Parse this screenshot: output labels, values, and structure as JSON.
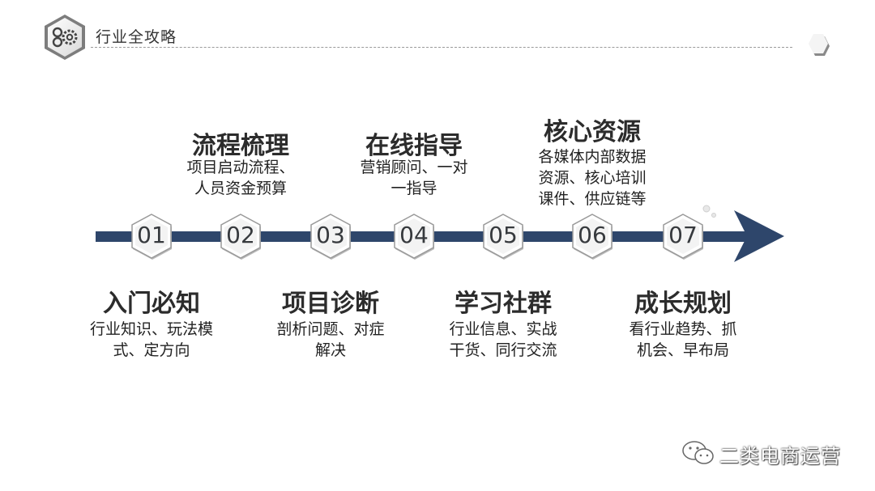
{
  "header": {
    "title": "行业全攻略",
    "logo_icon": "gears-icon"
  },
  "timeline": {
    "arrow_color": "#2e466b",
    "steps": [
      {
        "number": "01",
        "title": "入门必知",
        "desc": "行业知识、玩法模\n式、定方向",
        "position": "below"
      },
      {
        "number": "02",
        "title": "流程梳理",
        "desc": "项目启动流程、\n人员资金预算",
        "position": "above"
      },
      {
        "number": "03",
        "title": "项目诊断",
        "desc": "剖析问题、对症\n解决",
        "position": "below"
      },
      {
        "number": "04",
        "title": "在线指导",
        "desc": "营销顾问、一对\n一指导",
        "position": "above"
      },
      {
        "number": "05",
        "title": "学习社群",
        "desc": "行业信息、实战\n干货、同行交流",
        "position": "below"
      },
      {
        "number": "06",
        "title": "核心资源",
        "desc": "各媒体内部数据\n资源、核心培训\n课件、供应链等",
        "position": "above"
      },
      {
        "number": "07",
        "title": "成长规划",
        "desc": "看行业趋势、抓\n机会、早布局",
        "position": "below"
      }
    ]
  },
  "watermark": {
    "text": "二类电商运营",
    "icon": "wechat-icon"
  }
}
